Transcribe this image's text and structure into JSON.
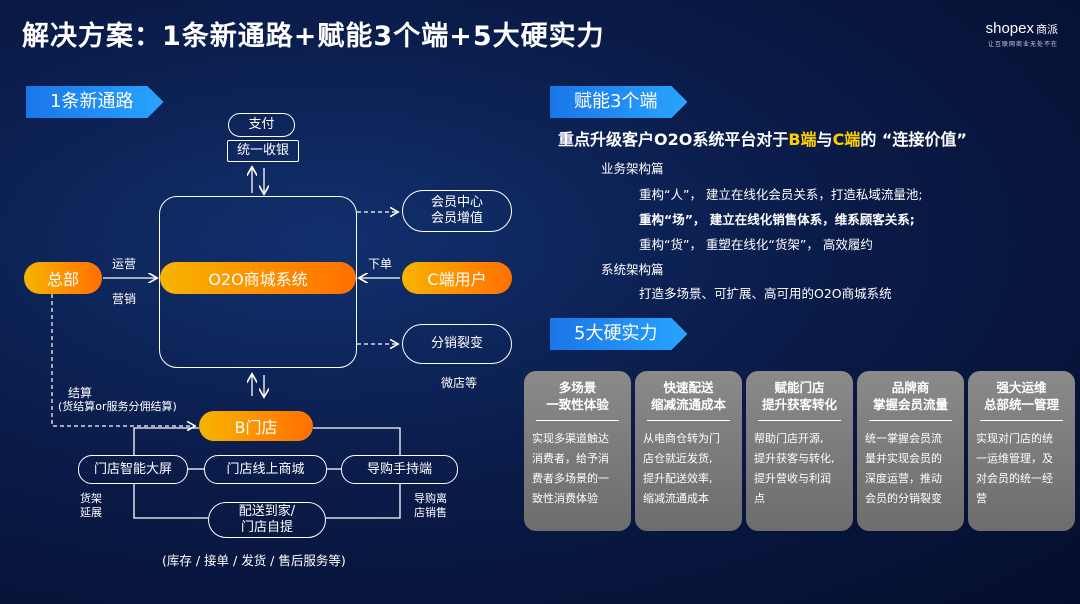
{
  "title": "解决方案：1条新通路+赋能3个端+5大硬实力",
  "brand": {
    "logo": "shopex",
    "logo_cn": "商派",
    "slogan": "让互联网商业无处不在"
  },
  "left": {
    "tab": "1条新通路",
    "pay": "支付",
    "cashier": "统一收银",
    "center": "O2O商城系统",
    "hq": "总部",
    "ops": "运营",
    "marketing": "营销",
    "member1": "会员中心",
    "member2": "会员增值",
    "order": "下单",
    "c_user": "C端用户",
    "fission": "分销裂变",
    "micro": "微店等",
    "settle": "结算",
    "settle_detail": "(货结算or服务分佣结算)",
    "b_store": "B门店",
    "screen": "门店智能大屏",
    "mall": "门店线上商城",
    "guide": "导购手持端",
    "shelf1": "货架",
    "shelf2": "延展",
    "guide_off1": "导购离",
    "guide_off2": "店销售",
    "deliver1": "配送到家/",
    "deliver2": "门店自提",
    "bottom_note": "(库存 / 接单 / 发货 / 售后服务等)"
  },
  "right": {
    "tab1": "赋能3个端",
    "headline_a": "重点升级客户O2O系统平台对于",
    "headline_b": "B端",
    "headline_c": "与",
    "headline_d": "C端",
    "headline_e": "的 “连接价值”",
    "biz_title": "业务架构篇",
    "biz_1": "重构“人”， 建立在线化会员关系，打造私域流量池;",
    "biz_2": "重构“场”， 建立在线化销售体系，维系顾客关系;",
    "biz_3": "重构“货”， 重塑在线化“货架”， 高效履约",
    "sys_title": "系统架构篇",
    "sys_1": "打造多场景、可扩展、高可用的O2O商城系统",
    "tab2": "5大硬实力",
    "cards": [
      {
        "t1": "多场景",
        "t2": "一致性体验",
        "b": [
          "实现多渠道触达",
          "消费者，给予消",
          "费者多场景的一",
          "致性消费体验"
        ]
      },
      {
        "t1": "快速配送",
        "t2": "缩减流通成本",
        "b": [
          "从电商仓转为门",
          "店仓就近发货,",
          "提升配送效率,",
          "缩减流通成本"
        ]
      },
      {
        "t1": "赋能门店",
        "t2": "提升获客转化",
        "b": [
          "帮助门店开源,",
          "提升获客与转化,",
          "提升营收与利润",
          "点"
        ]
      },
      {
        "t1": "品牌商",
        "t2": "掌握会员流量",
        "b": [
          "统一掌握会员流",
          "量并实现会员的",
          "深度运营，推动",
          "会员的分销裂变"
        ]
      },
      {
        "t1": "强大运维",
        "t2": "总部统一管理",
        "b": [
          "实现对门店的统",
          "一运维管理，及",
          "对会员的统一经",
          "营"
        ]
      }
    ]
  }
}
